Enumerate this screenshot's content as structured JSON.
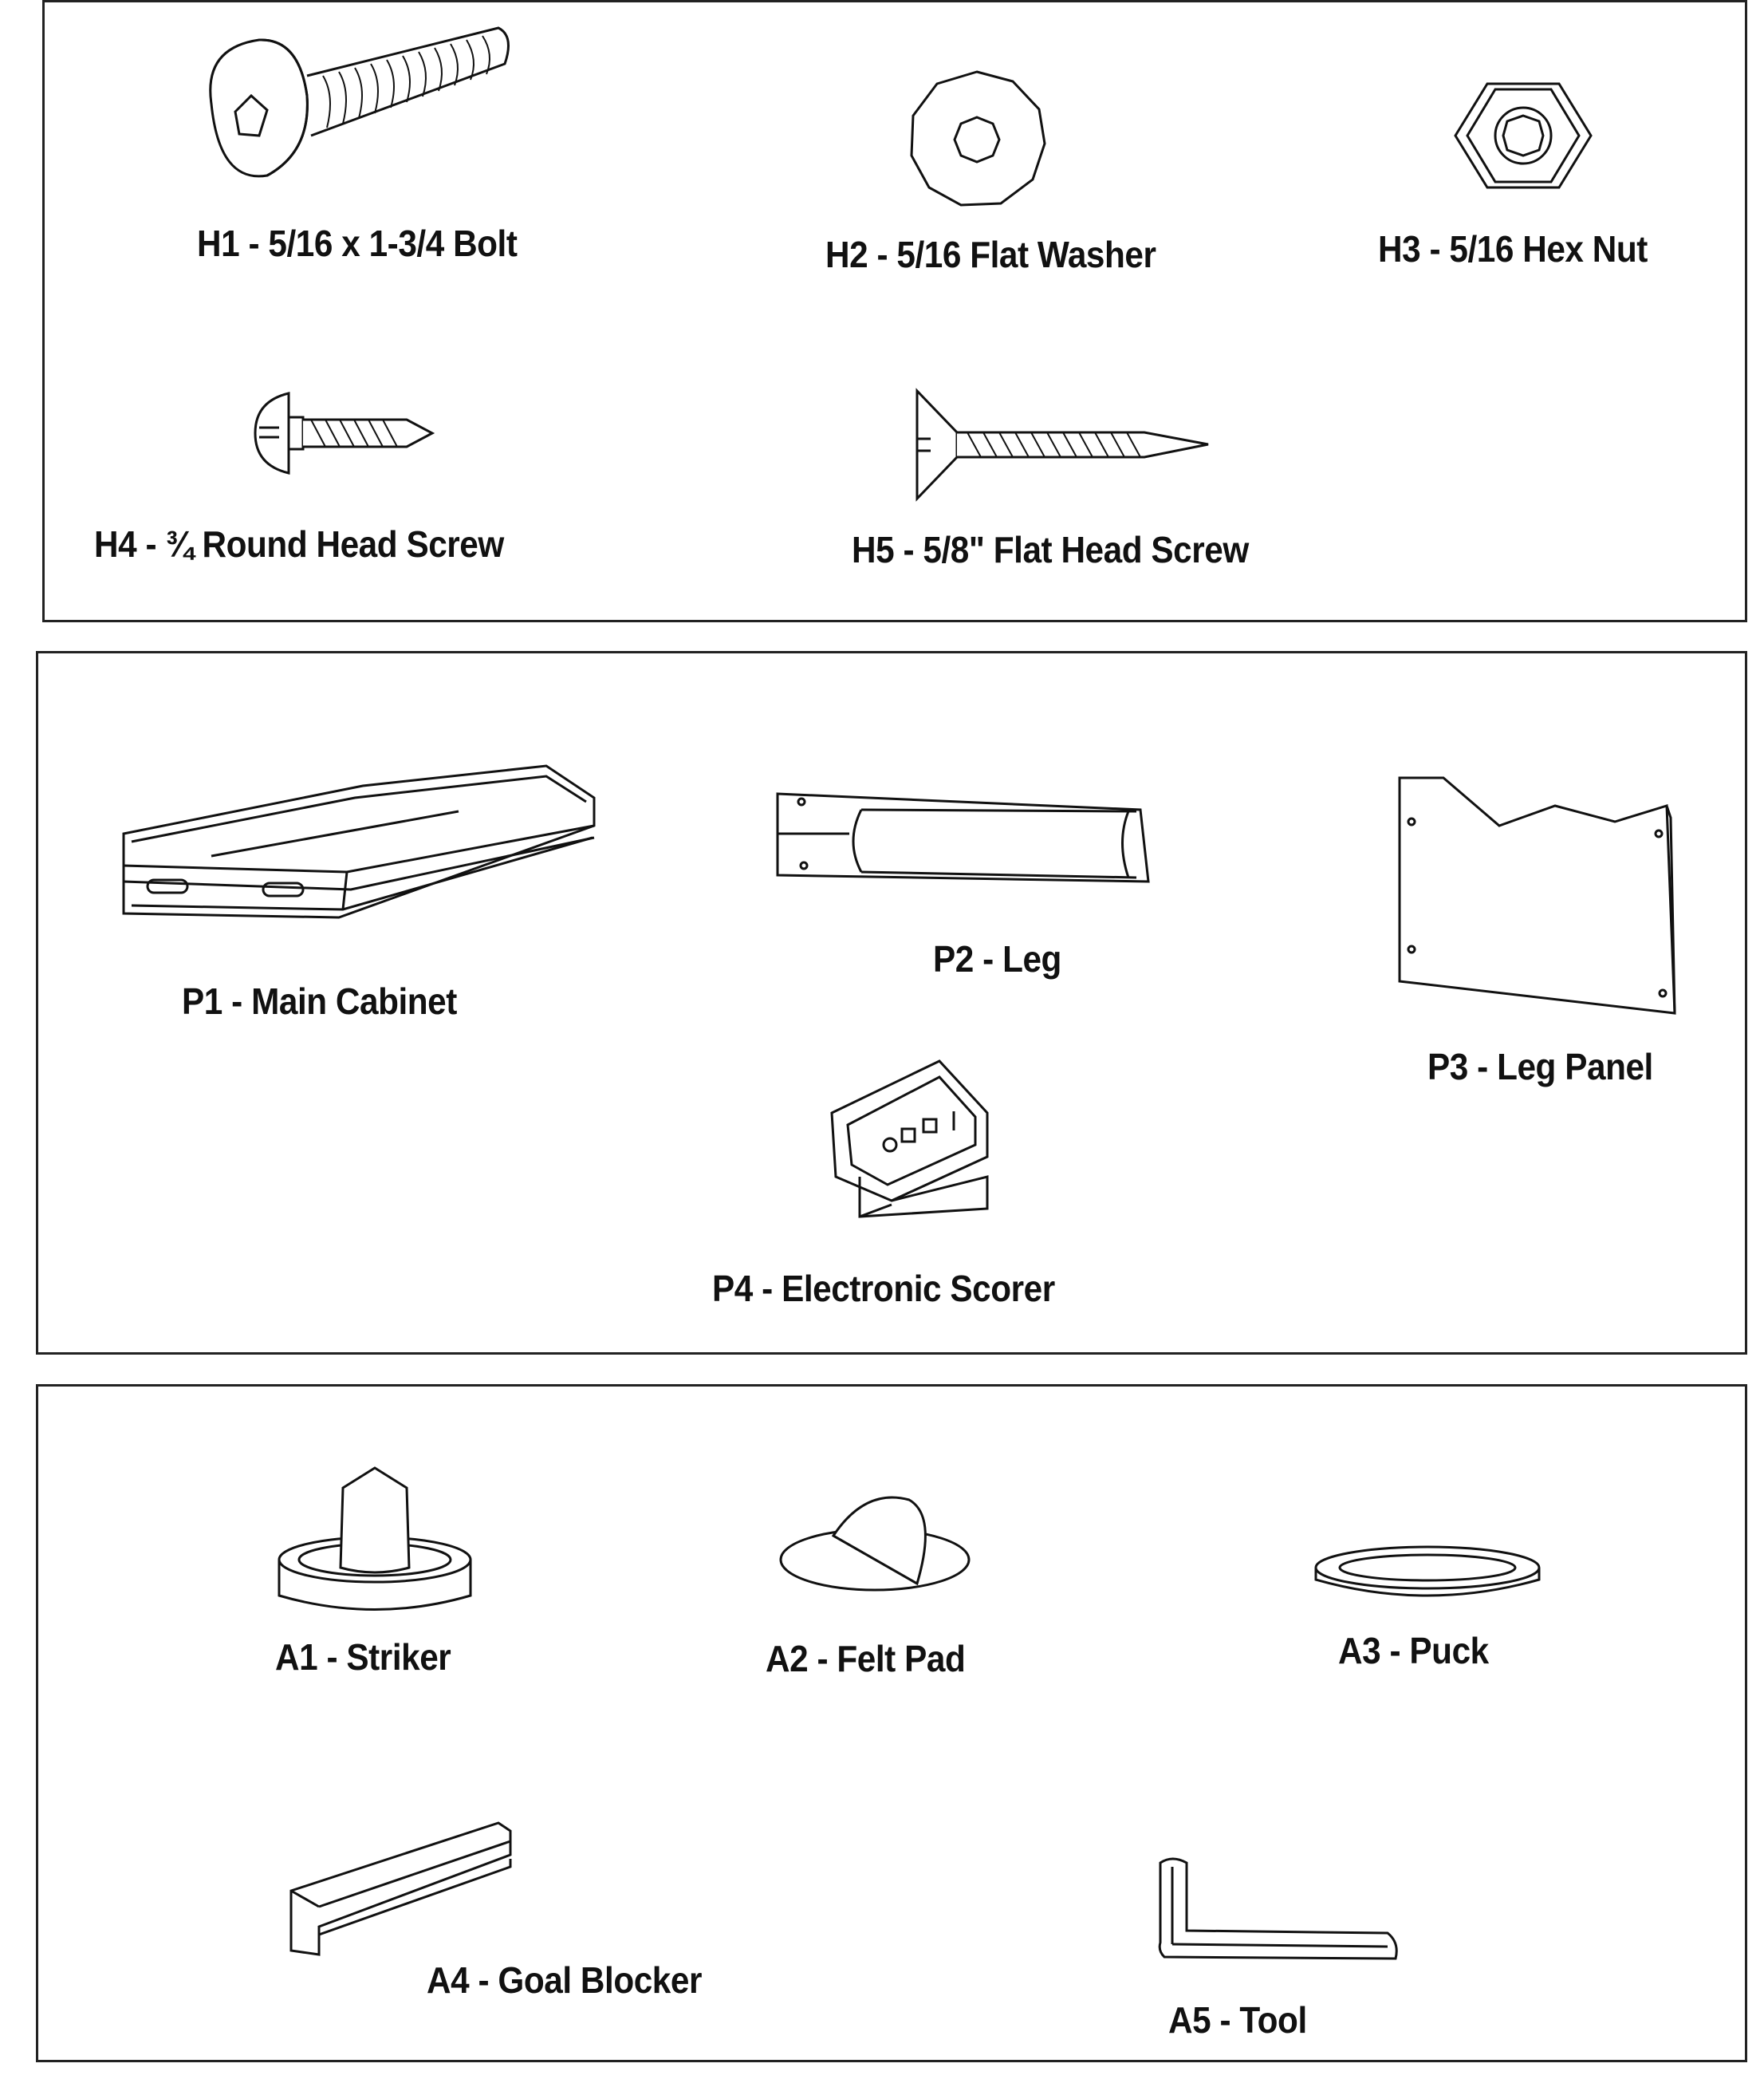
{
  "hardware": {
    "h1": "H1 - 5/16 x 1-3/4 Bolt",
    "h2": "H2 - 5/16 Flat Washer",
    "h3": "H3 - 5/16 Hex Nut",
    "h4": "H4 - ¾ Round Head Screw",
    "h5": "H5 - 5/8\" Flat Head Screw"
  },
  "parts": {
    "p1": "P1 - Main Cabinet",
    "p2": "P2 - Leg",
    "p3": "P3 - Leg Panel",
    "p4": "P4 - Electronic Scorer"
  },
  "accessories": {
    "a1": "A1 - Striker",
    "a2": "A2 - Felt Pad",
    "a3": "A3 - Puck",
    "a4": "A4 - Goal Blocker",
    "a5": "A5 - Tool"
  },
  "icons": [
    "bolt-icon",
    "flat-washer-icon",
    "hex-nut-icon",
    "round-head-screw-icon",
    "flat-head-screw-icon",
    "main-cabinet-icon",
    "leg-icon",
    "leg-panel-icon",
    "electronic-scorer-icon",
    "striker-icon",
    "felt-pad-icon",
    "puck-icon",
    "goal-blocker-icon",
    "tool-icon"
  ]
}
